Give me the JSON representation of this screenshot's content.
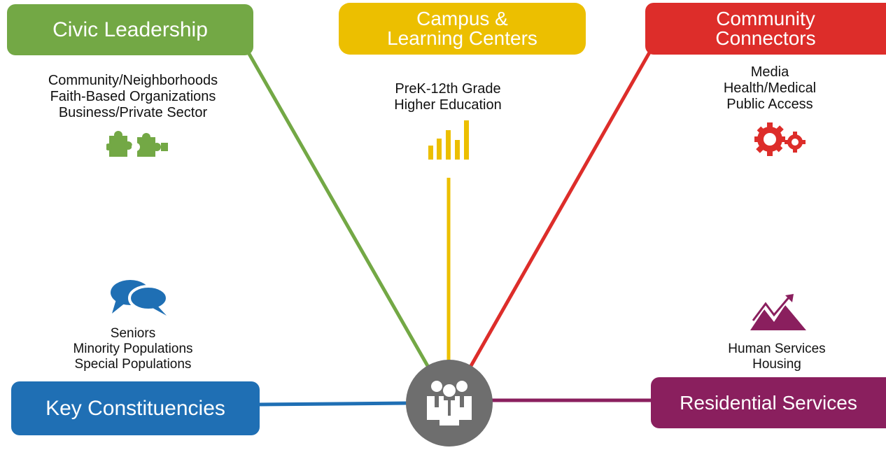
{
  "nodes": {
    "civic": {
      "title": "Civic Leadership",
      "color": "#73a845",
      "items": [
        "Community/Neighborhoods",
        "Faith-Based Organizations",
        "Business/Private Sector"
      ],
      "icon": "puzzle-icon"
    },
    "campus": {
      "title_line1": "Campus &",
      "title_line2": "Learning Centers",
      "color": "#ecbf00",
      "items": [
        "PreK-12th Grade",
        "Higher Education"
      ],
      "icon": "bar-chart-icon"
    },
    "community": {
      "title_line1": "Community",
      "title_line2": "Connectors",
      "color": "#dd2d2a",
      "items": [
        "Media",
        "Health/Medical",
        "Public Access"
      ],
      "icon": "gears-icon"
    },
    "key": {
      "title": "Key Constituencies",
      "color": "#1f6fb4",
      "items": [
        "Seniors",
        "Minority Populations",
        "Special Populations"
      ],
      "icon": "speech-bubbles-icon"
    },
    "residential": {
      "title": "Residential Services",
      "color": "#8a1f5e",
      "items": [
        "Human Services",
        "Housing"
      ],
      "icon": "mountain-arrow-icon"
    }
  },
  "hub": {
    "color": "#6e6e6e",
    "icon": "people-group-icon"
  }
}
